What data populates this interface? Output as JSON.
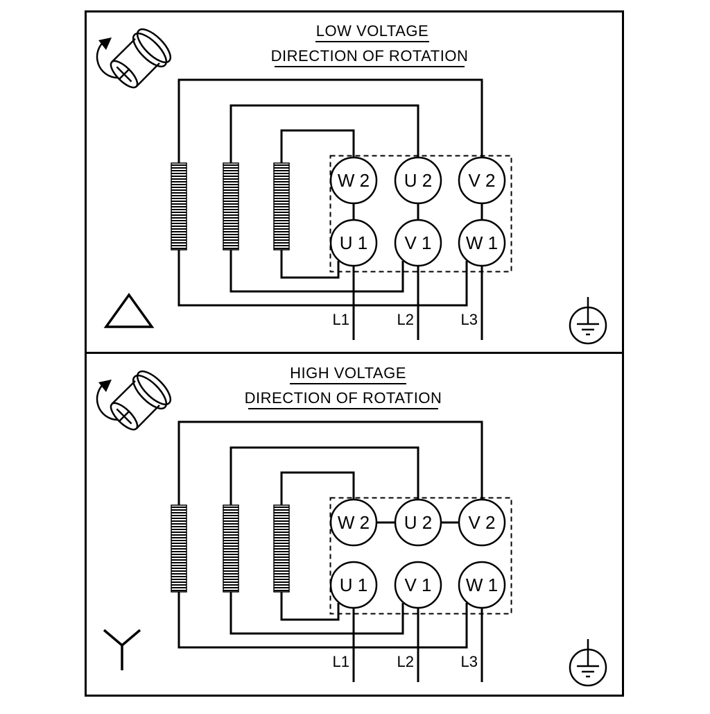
{
  "colors": {
    "ink": "#000000",
    "paper": "#ffffff"
  },
  "panels": [
    {
      "name": "low-voltage",
      "title": "LOW VOLTAGE",
      "subtitle": "DIRECTION OF ROTATION",
      "connection": "delta",
      "terminals": {
        "top": [
          "W 2",
          "U 2",
          "V 2"
        ],
        "bottom": [
          "U 1",
          "V 1",
          "W 1"
        ]
      },
      "supply_lines": [
        "L1",
        "L2",
        "L3"
      ],
      "icons": {
        "rotation": "shaft-rotation-icon",
        "connection": "delta-connection-icon",
        "ground": "earth-ground-icon"
      }
    },
    {
      "name": "high-voltage",
      "title": "HIGH VOLTAGE",
      "subtitle": "DIRECTION OF ROTATION",
      "connection": "star",
      "terminals": {
        "top": [
          "W 2",
          "U 2",
          "V 2"
        ],
        "bottom": [
          "U 1",
          "V 1",
          "W 1"
        ]
      },
      "supply_lines": [
        "L1",
        "L2",
        "L3"
      ],
      "icons": {
        "rotation": "shaft-rotation-icon",
        "connection": "star-connection-icon",
        "ground": "earth-ground-icon"
      }
    }
  ]
}
